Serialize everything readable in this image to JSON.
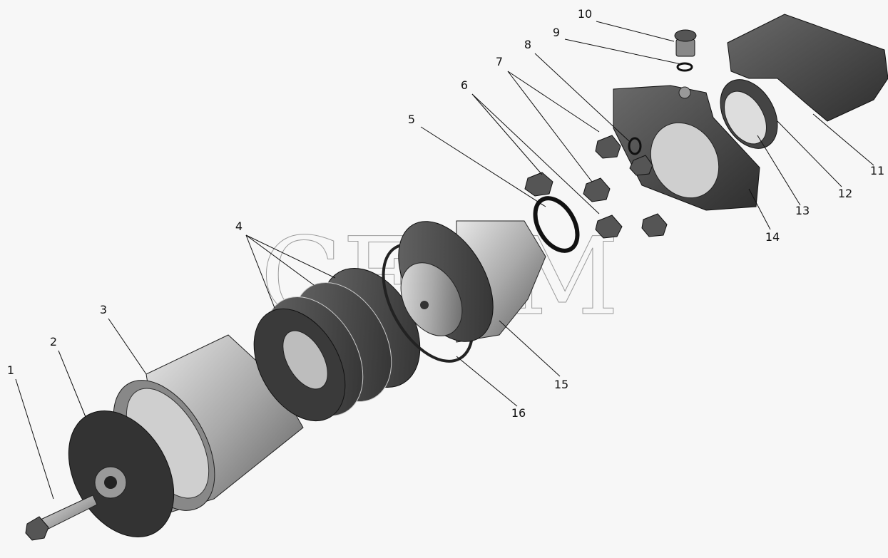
{
  "watermark": "СЕЛМ",
  "callouts": [
    {
      "num": "1",
      "part": "bolt"
    },
    {
      "num": "2",
      "part": "end-cover"
    },
    {
      "num": "3",
      "part": "cylinder-sleeve"
    },
    {
      "num": "4",
      "part": "cup-seals"
    },
    {
      "num": "5",
      "part": "o-ring"
    },
    {
      "num": "6",
      "part": "bolts"
    },
    {
      "num": "7",
      "part": "bolts"
    },
    {
      "num": "8",
      "part": "washer"
    },
    {
      "num": "9",
      "part": "sealing-washer"
    },
    {
      "num": "10",
      "part": "plug"
    },
    {
      "num": "11",
      "part": "bracket"
    },
    {
      "num": "12",
      "part": "seal-ring"
    },
    {
      "num": "13",
      "part": "retaining-ring"
    },
    {
      "num": "14",
      "part": "flange-housing"
    },
    {
      "num": "15",
      "part": "piston"
    },
    {
      "num": "16",
      "part": "o-ring-large"
    }
  ]
}
